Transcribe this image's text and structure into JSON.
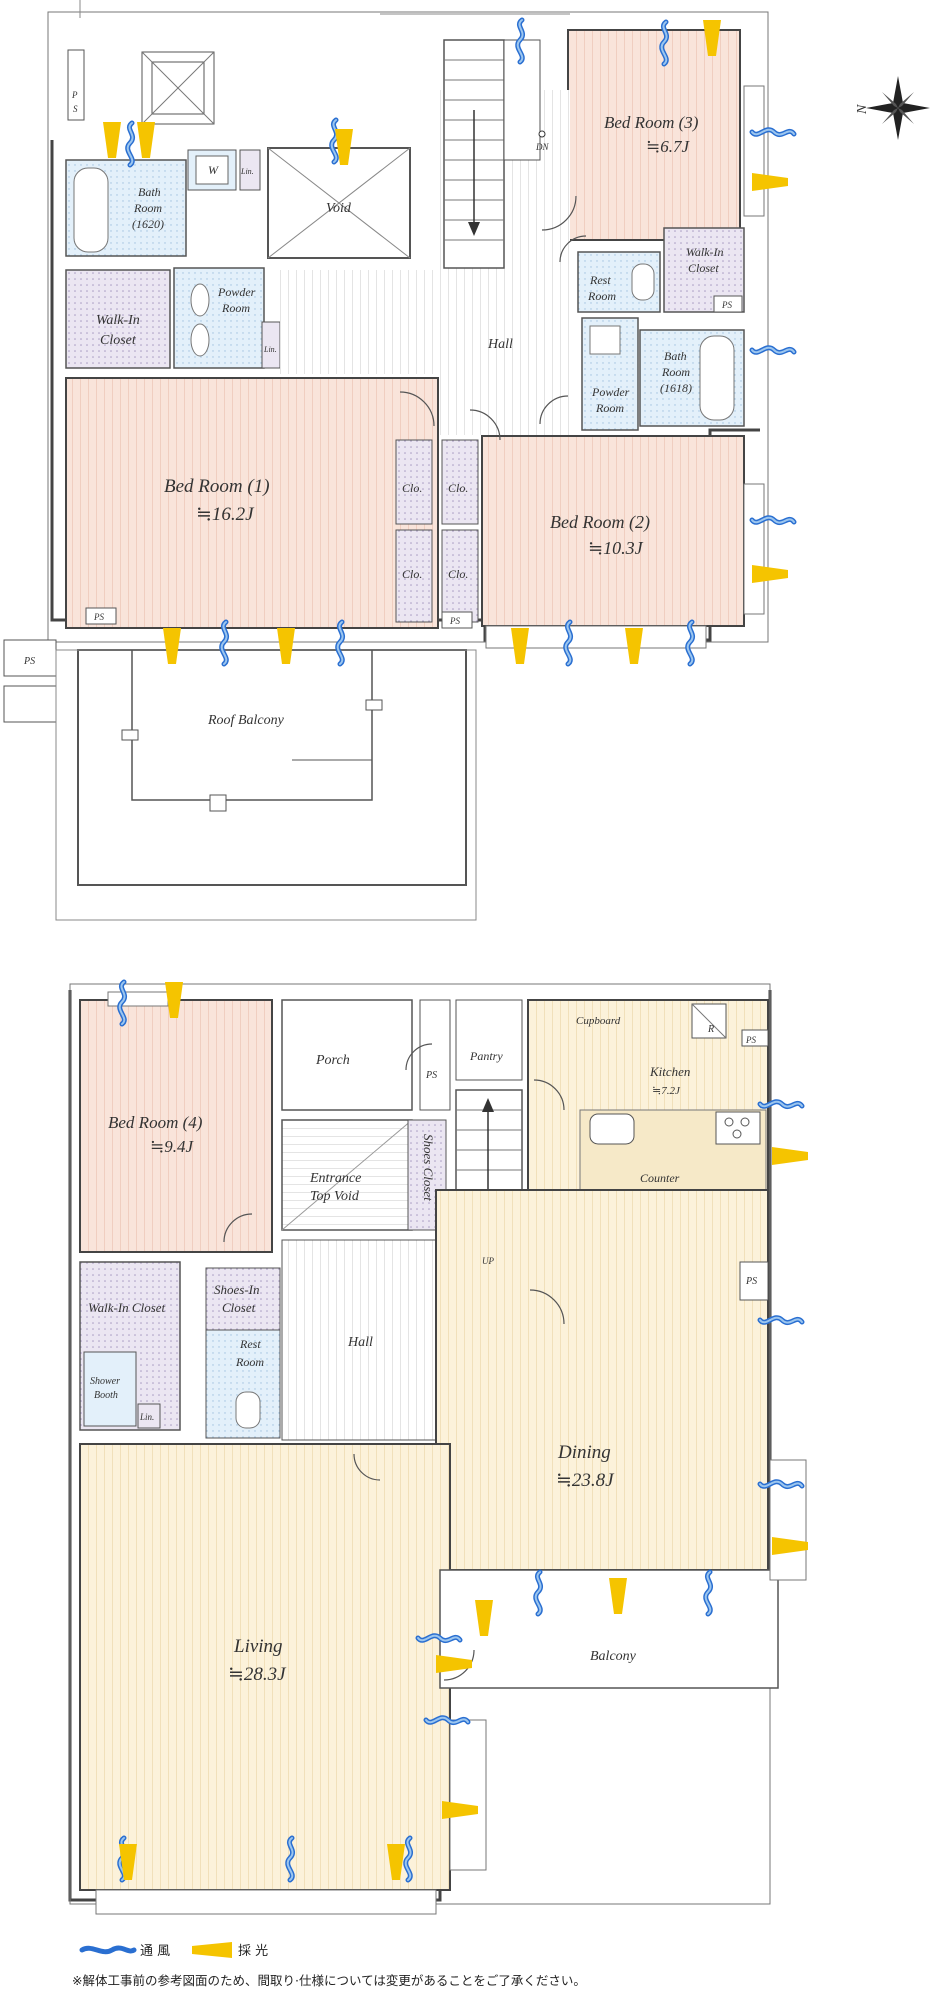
{
  "compass": {
    "label": "N"
  },
  "upper_floor": {
    "rooms": [
      {
        "id": "bed3",
        "name": "Bed Room (3)",
        "area": "≒6.7J"
      },
      {
        "id": "bath1620",
        "name": "Bath",
        "name2": "Room",
        "size": "(1620)"
      },
      {
        "id": "w",
        "name": "W"
      },
      {
        "id": "lin1",
        "name": "Lin."
      },
      {
        "id": "void",
        "name": "Void"
      },
      {
        "id": "powder1",
        "name": "Powder",
        "name2": "Room"
      },
      {
        "id": "wic1",
        "name": "Walk-In",
        "name2": "Closet"
      },
      {
        "id": "lin2",
        "name": "Lin."
      },
      {
        "id": "hall1",
        "name": "Hall"
      },
      {
        "id": "dn",
        "name": "DN"
      },
      {
        "id": "rest1",
        "name": "Rest",
        "name2": "Room"
      },
      {
        "id": "wic2",
        "name": "Walk-In",
        "name2": "Closet"
      },
      {
        "id": "powder2",
        "name": "Powder",
        "name2": "Room"
      },
      {
        "id": "bath1618",
        "name": "Bath",
        "name2": "Room",
        "size": "(1618)"
      },
      {
        "id": "bed1",
        "name": "Bed Room (1)",
        "area": "≒16.2J"
      },
      {
        "id": "bed2",
        "name": "Bed Room (2)",
        "area": "≒10.3J"
      },
      {
        "id": "roof",
        "name": "Roof Balcony"
      }
    ],
    "closets": [
      "Clo.",
      "Clo.",
      "Clo.",
      "Clo."
    ],
    "ps_labels": [
      "P",
      "S",
      "PS",
      "PS",
      "PS",
      "PS"
    ]
  },
  "lower_floor": {
    "rooms": [
      {
        "id": "bed4",
        "name": "Bed Room (4)",
        "area": "≒9.4J"
      },
      {
        "id": "porch",
        "name": "Porch"
      },
      {
        "id": "ps1",
        "name": "PS"
      },
      {
        "id": "pantry",
        "name": "Pantry"
      },
      {
        "id": "cupboard",
        "name": "Cupboard"
      },
      {
        "id": "r",
        "name": "R"
      },
      {
        "id": "ps2",
        "name": "PS"
      },
      {
        "id": "kitchen",
        "name": "Kitchen",
        "area": "≒7.2J"
      },
      {
        "id": "counter",
        "name": "Counter"
      },
      {
        "id": "entrance",
        "name": "Entrance",
        "name2": "Top Void"
      },
      {
        "id": "shoes",
        "name": "Shoes Closet"
      },
      {
        "id": "up",
        "name": "UP"
      },
      {
        "id": "ps3",
        "name": "PS"
      },
      {
        "id": "wic3",
        "name": "Walk-In Closet"
      },
      {
        "id": "shoesin",
        "name": "Shoes-In",
        "name2": "Closet"
      },
      {
        "id": "hall2",
        "name": "Hall"
      },
      {
        "id": "rest2",
        "name": "Rest",
        "name2": "Room"
      },
      {
        "id": "shower",
        "name": "Shower",
        "name2": "Booth"
      },
      {
        "id": "lin3",
        "name": "Lin."
      },
      {
        "id": "dining",
        "name": "Dining",
        "area": "≒23.8J"
      },
      {
        "id": "living",
        "name": "Living",
        "area": "≒28.3J"
      },
      {
        "id": "balcony",
        "name": "Balcony"
      }
    ]
  },
  "legend": {
    "wind": "通 風",
    "light": "採 光"
  },
  "footnote": "※解体工事前の参考図面のため、間取り·仕様については変更があることをご了承ください。",
  "colors": {
    "bedroom": "#f9e2d8",
    "living": "#fbf0d4",
    "service": "#dfeef8",
    "closet": "#e6e2f0",
    "wind": "#2a6fd1",
    "light": "#f5c400"
  }
}
